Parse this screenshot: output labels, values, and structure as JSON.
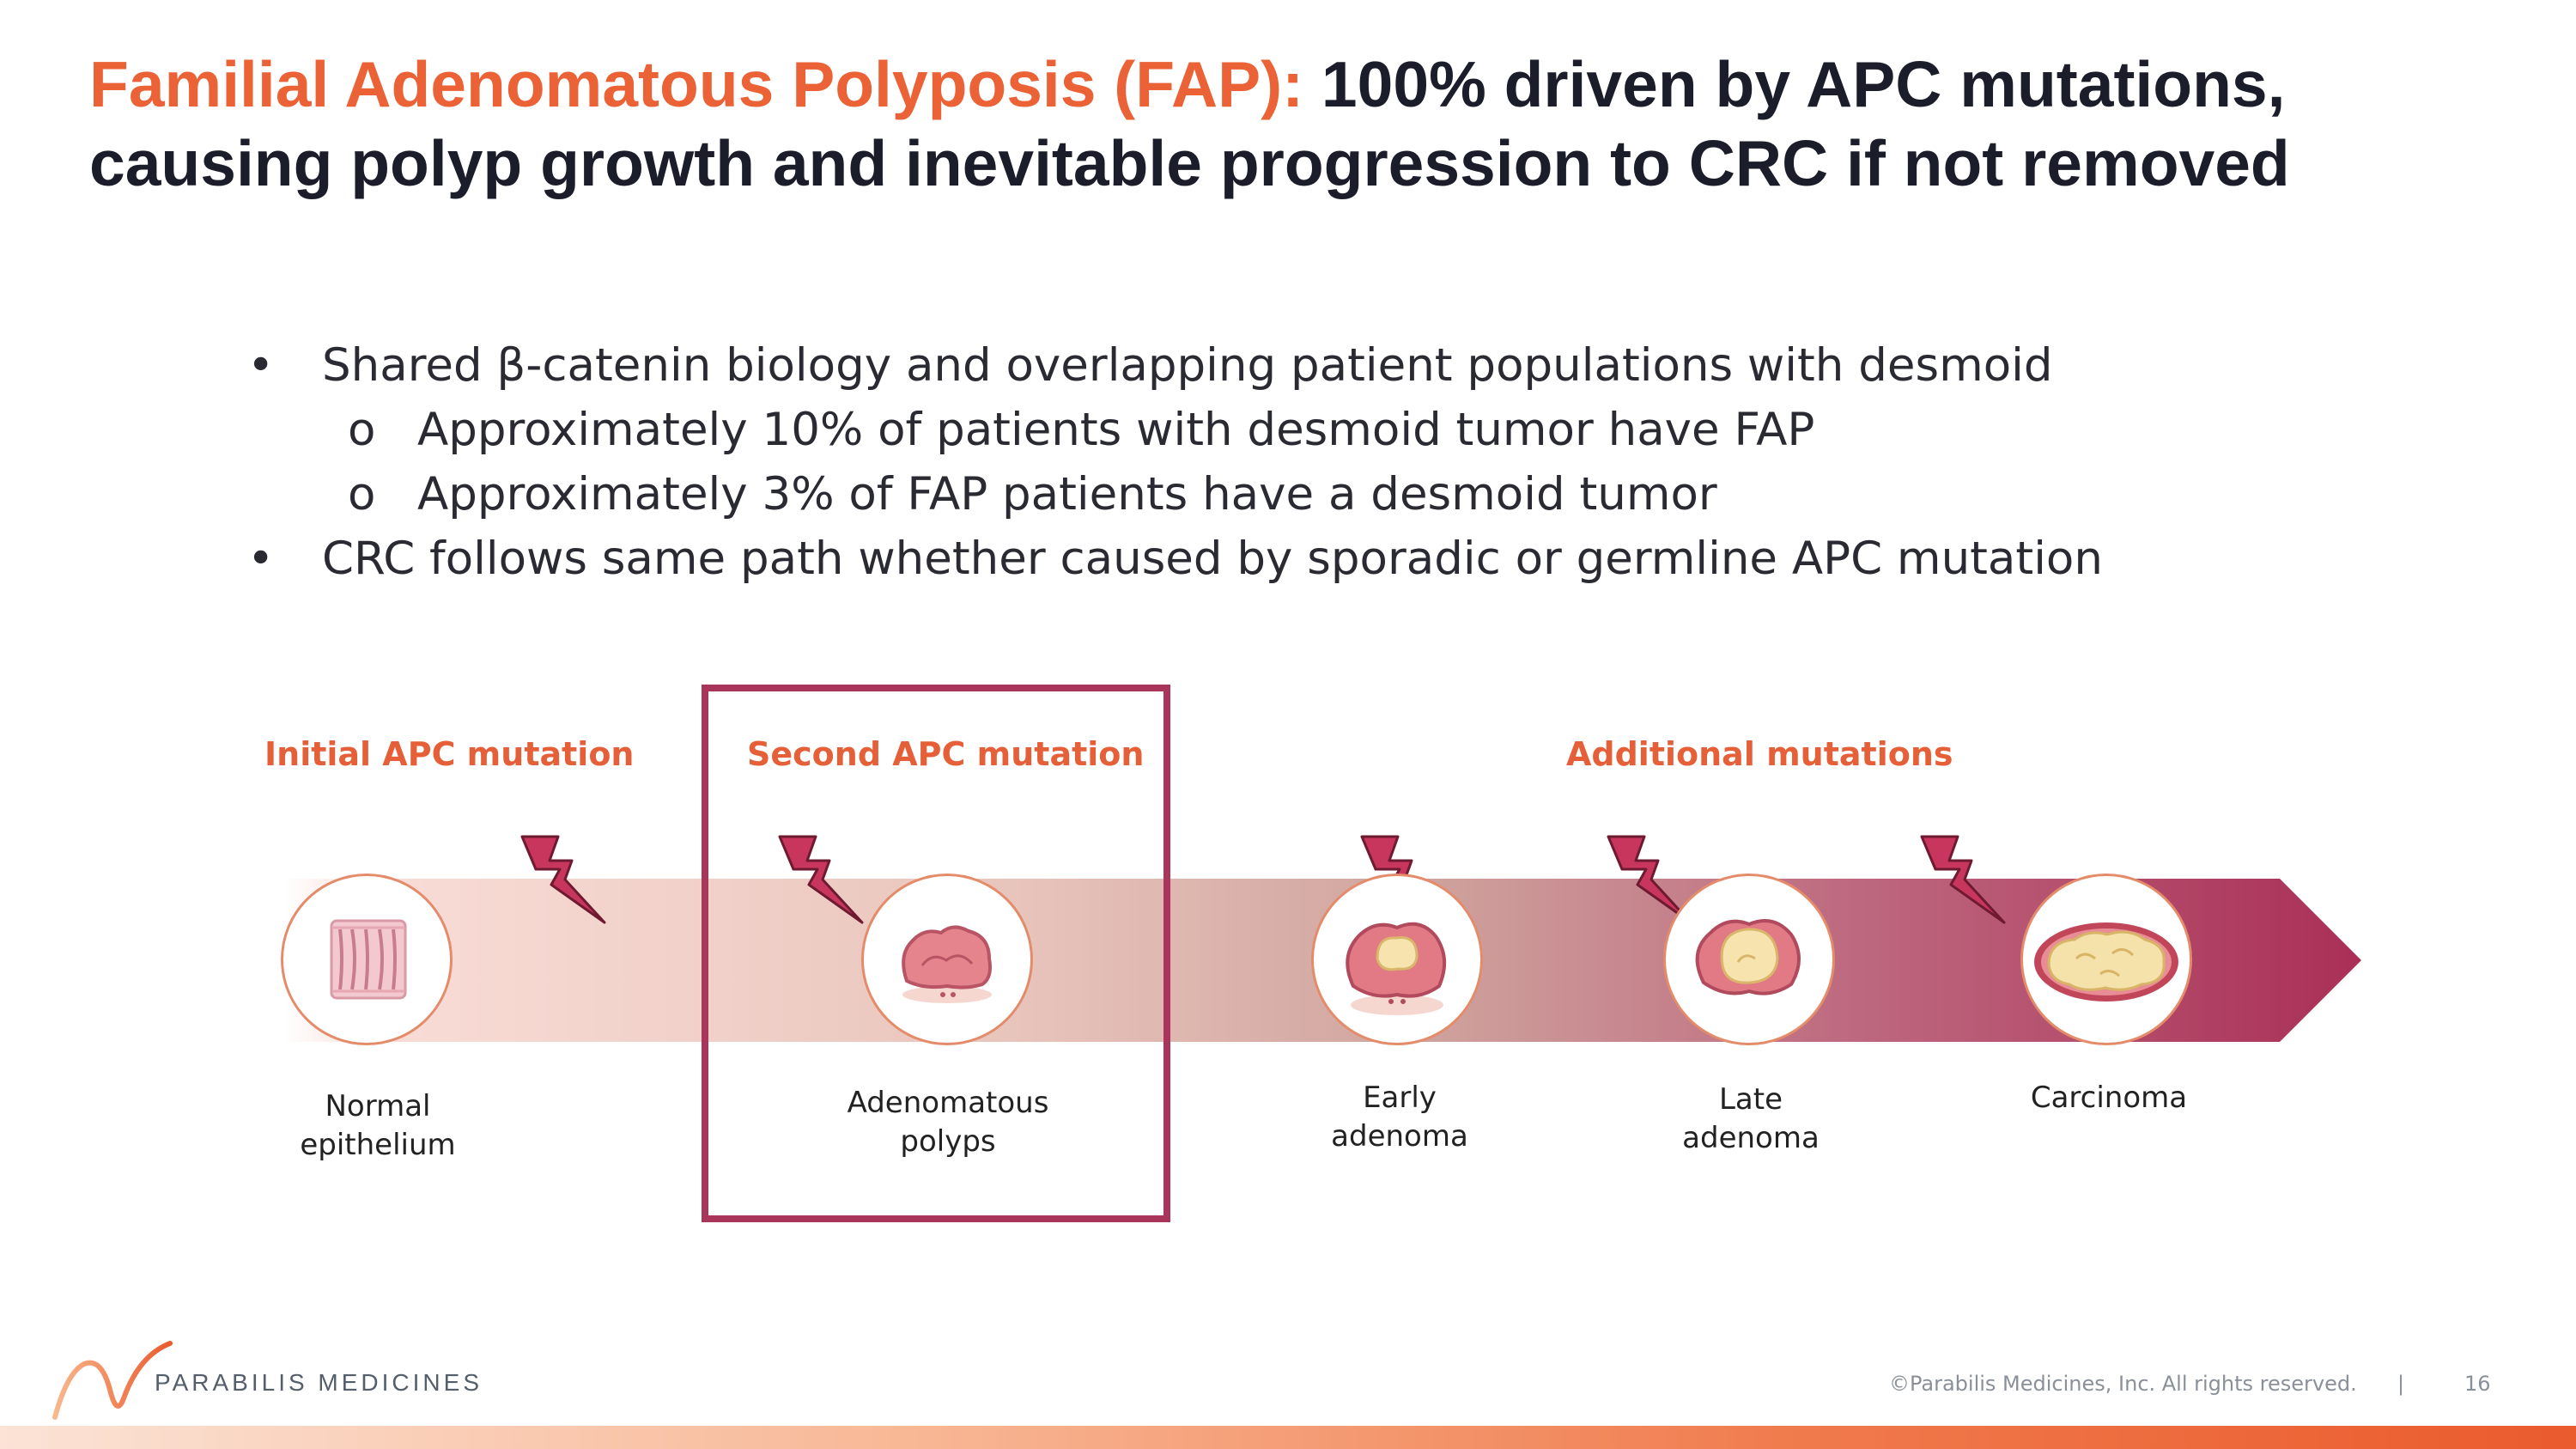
{
  "title": {
    "accent": "Familial Adenomatous Polyposis (FAP):",
    "rest": " 100% driven by APC mutations, causing polyp growth and inevitable progression to CRC if not removed"
  },
  "bullets": [
    {
      "marker": "•",
      "text": "Shared β-catenin biology and overlapping patient populations with desmoid"
    },
    {
      "marker": "o",
      "text": "Approximately 10% of patients with desmoid tumor have FAP"
    },
    {
      "marker": "o",
      "text": "Approximately 3% of FAP patients have a desmoid tumor"
    },
    {
      "marker": "•",
      "text": "CRC follows same path whether caused by sporadic or germline APC mutation"
    }
  ],
  "diagram": {
    "mutation_headers": {
      "initial": "Initial APC mutation",
      "second": "Second APC mutation",
      "additional": "Additional mutations"
    },
    "stages": [
      {
        "line1": "Normal",
        "line2": "epithelium"
      },
      {
        "line1": "Adenomatous",
        "line2": "polyps"
      },
      {
        "line1": "Early",
        "line2": "adenoma"
      },
      {
        "line1": "Late",
        "line2": "adenoma"
      },
      {
        "line1": "Carcinoma",
        "line2": ""
      }
    ],
    "colors": {
      "arrow_start": "#f9dcd6",
      "arrow_end": "#aa2f57",
      "lightning": "#c8365e",
      "highlight_box": "#a9365a",
      "header_orange": "#e56038"
    }
  },
  "footer": {
    "brand": "PARABILIS MEDICINES",
    "copyright": "©Parabilis Medicines, Inc.  All rights reserved.",
    "separator": "|",
    "page_number": "16"
  }
}
